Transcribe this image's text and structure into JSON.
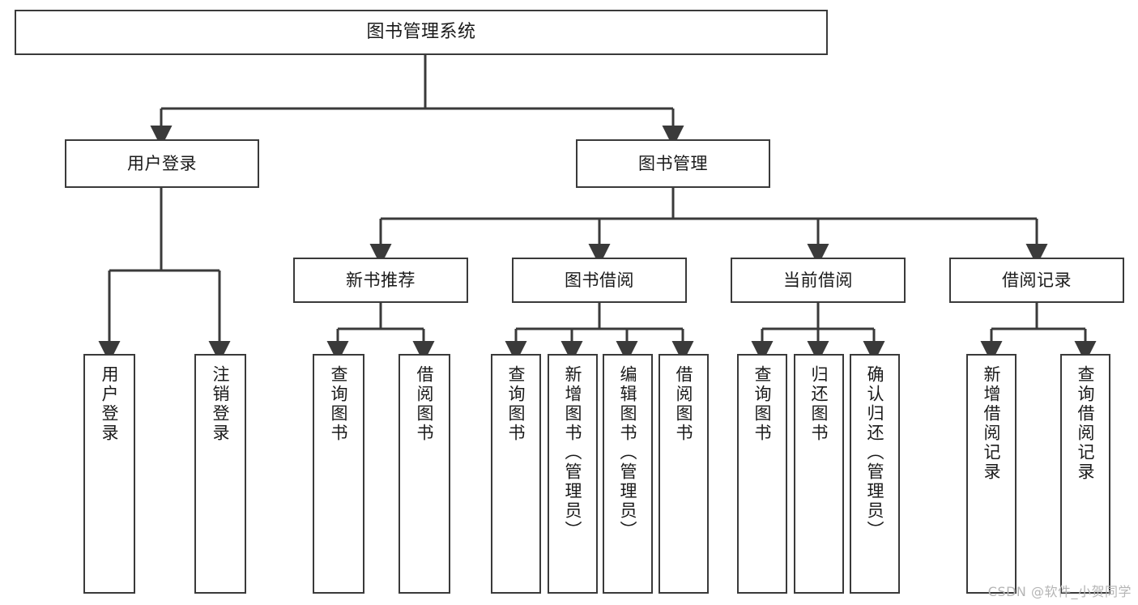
{
  "diagram": {
    "type": "hierarchy-tree",
    "title": "图书管理系统",
    "watermark": "CSDN @软件_小贺同学",
    "colors": {
      "border": "#3a3a3a",
      "background": "#ffffff",
      "text": "#1a1a1a",
      "watermark": "#b5b5b5"
    },
    "nodes": {
      "root": {
        "label": "图书管理系统",
        "level": 1
      },
      "l2": [
        {
          "id": "user-login",
          "label": "用户登录",
          "level": 2
        },
        {
          "id": "book-manage",
          "label": "图书管理",
          "level": 2
        }
      ],
      "l3": [
        {
          "id": "new-book-rec",
          "label": "新书推荐",
          "level": 3,
          "parent": "book-manage"
        },
        {
          "id": "book-borrow",
          "label": "图书借阅",
          "level": 3,
          "parent": "book-manage"
        },
        {
          "id": "current-borrow",
          "label": "当前借阅",
          "level": 3,
          "parent": "book-manage"
        },
        {
          "id": "borrow-record",
          "label": "借阅记录",
          "level": 3,
          "parent": "book-manage"
        }
      ],
      "leaves": [
        {
          "id": "leaf-user-login",
          "label": "用户登录",
          "parent": "user-login"
        },
        {
          "id": "leaf-user-logout",
          "label": "注销登录",
          "parent": "user-login"
        },
        {
          "id": "leaf-query-book-1",
          "label": "查询图书",
          "parent": "new-book-rec"
        },
        {
          "id": "leaf-borrow-book-1",
          "label": "借阅图书",
          "parent": "new-book-rec"
        },
        {
          "id": "leaf-query-book-2",
          "label": "查询图书",
          "parent": "book-borrow"
        },
        {
          "id": "leaf-add-book",
          "label": "新增图书（管理员）",
          "parent": "book-borrow"
        },
        {
          "id": "leaf-edit-book",
          "label": "编辑图书（管理员）",
          "parent": "book-borrow"
        },
        {
          "id": "leaf-borrow-book-2",
          "label": "借阅图书",
          "parent": "book-borrow"
        },
        {
          "id": "leaf-query-book-3",
          "label": "查询图书",
          "parent": "current-borrow"
        },
        {
          "id": "leaf-return-book",
          "label": "归还图书",
          "parent": "current-borrow"
        },
        {
          "id": "leaf-confirm-return",
          "label": "确认归还（管理员）",
          "parent": "current-borrow"
        },
        {
          "id": "leaf-add-record",
          "label": "新增借阅记录",
          "parent": "borrow-record"
        },
        {
          "id": "leaf-query-record",
          "label": "查询借阅记录",
          "parent": "borrow-record"
        }
      ]
    }
  }
}
